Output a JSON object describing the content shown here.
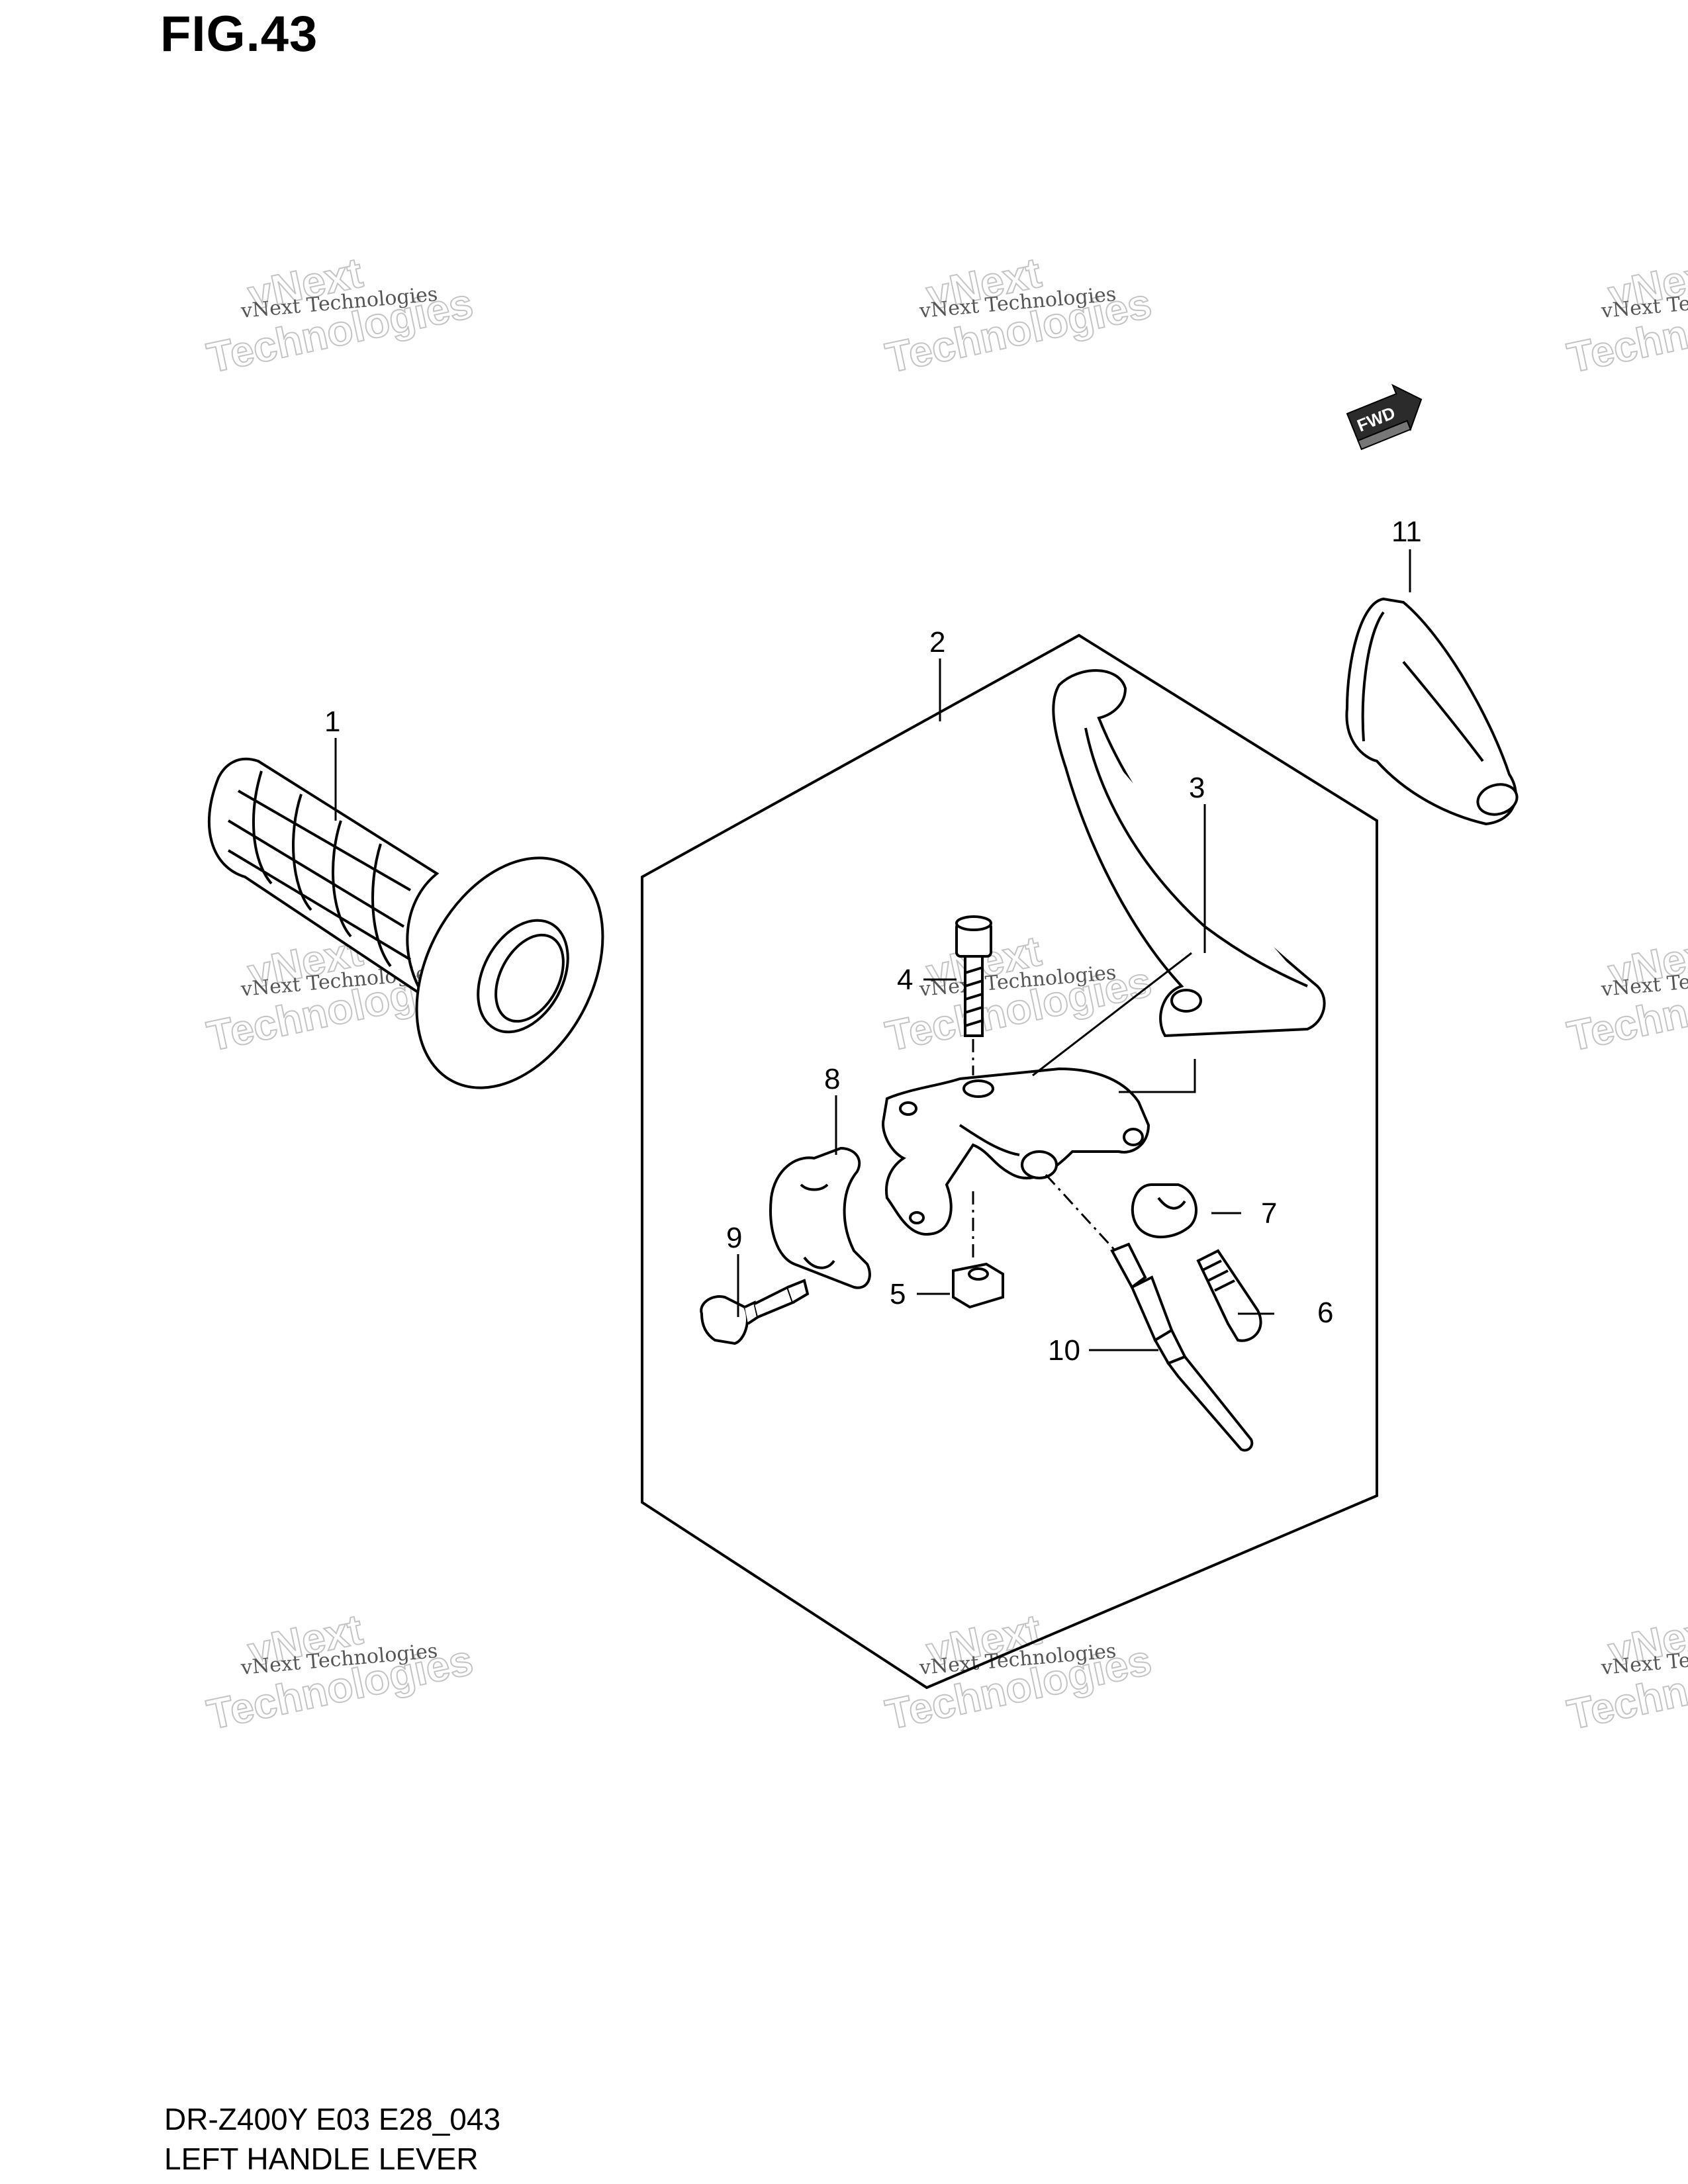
{
  "figure": {
    "title": "FIG.43",
    "model_code": "DR-Z400Y E03 E28_043",
    "name": "LEFT HANDLE LEVER"
  },
  "callouts": [
    "1",
    "2",
    "3",
    "4",
    "5",
    "6",
    "7",
    "8",
    "9",
    "10",
    "11"
  ],
  "direction_marker": "FWD",
  "watermark": {
    "small": "vNext Technologies",
    "big_top": "vNext",
    "big_bottom": "Technologies"
  }
}
